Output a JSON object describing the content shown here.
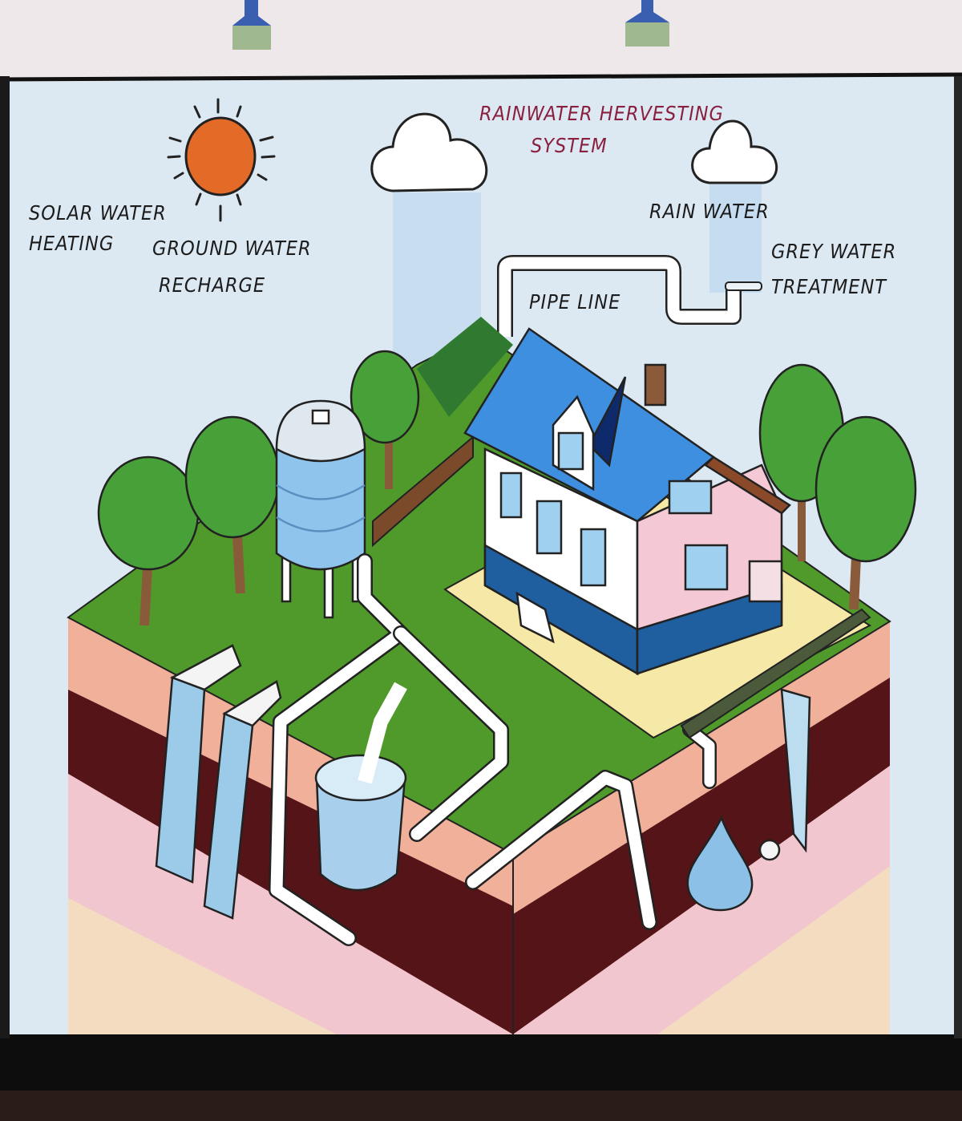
{
  "poster": {
    "title_line1": "RAINWATER HERVESTING",
    "title_line2": "SYSTEM",
    "labels": {
      "solar_line1": "SOLAR WATER",
      "solar_line2": "HEATING",
      "ground_line1": "GROUND WATER",
      "ground_line2": "RECHARGE",
      "rain_water": "RAIN WATER",
      "grey_line1": "GREY WATER",
      "grey_line2": "TREATMENT",
      "pipe_line": "PIPE LINE"
    }
  },
  "colors": {
    "sky": "#dce9f2",
    "grass": "#4f9a2a",
    "soil_pink": "#f0b09a",
    "soil_dark": "#551418",
    "roof": "#3f8fe0",
    "sun": "#e46a28",
    "title": "#8a2040"
  }
}
